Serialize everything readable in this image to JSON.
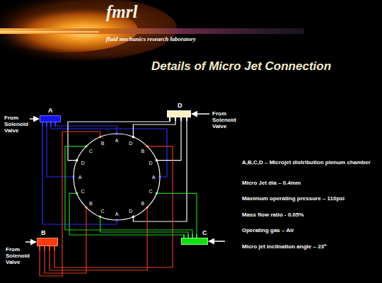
{
  "diagram": {
    "title": "Details of Micro Jet Connection",
    "nodes": [
      {
        "text": [
          "A"
        ]
      },
      {
        "text": [
          "D"
        ]
      },
      {
        "text": [
          "A",
          "D",
          "B",
          "D",
          "A",
          "C",
          "B",
          "D",
          "A",
          "C",
          "B",
          "C",
          "A",
          "D",
          "C",
          "B"
        ]
      },
      {
        "text": [
          "B"
        ]
      },
      {
        "text": [
          "C"
        ]
      }
    ],
    "edges": [
      {
        "from": 0,
        "to": 2,
        "arrow": "none"
      },
      {
        "from": 0,
        "to": 2,
        "arrow": "none"
      },
      {
        "from": 0,
        "to": 2,
        "arrow": "none"
      },
      {
        "from": 0,
        "to": 2,
        "arrow": "none"
      },
      {
        "from": 1,
        "to": 2,
        "arrow": "none"
      },
      {
        "from": 1,
        "to": 2,
        "arrow": "none"
      },
      {
        "from": 1,
        "to": 2,
        "arrow": "none"
      },
      {
        "from": 1,
        "to": 2,
        "arrow": "none"
      },
      {
        "from": 3,
        "to": 2,
        "arrow": "none"
      },
      {
        "from": 3,
        "to": 2,
        "arrow": "none"
      },
      {
        "from": 3,
        "to": 2,
        "arrow": "none"
      },
      {
        "from": 3,
        "to": 2,
        "arrow": "none"
      },
      {
        "from": 4,
        "to": 2,
        "arrow": "none"
      },
      {
        "from": 4,
        "to": 2,
        "arrow": "none"
      },
      {
        "from": 4,
        "to": 2,
        "arrow": "none"
      },
      {
        "from": 4,
        "to": 2,
        "arrow": "none"
      }
    ],
    "labels": [
      "fmrl",
      "fluid mechanics research laboratory",
      "From Solenoid Valve",
      "From Solenoid Valve",
      "From Solenoid Valve",
      "A,B,C,D – Microjet distribution plenum chamber",
      "Micro Jet dia – 0.4mm",
      "Maximum operating pressure – 110psi",
      "Mass flow ratio - 0.05%",
      "Operating gas – Air",
      "Micro jet inclination angle – 23⁰"
    ]
  }
}
